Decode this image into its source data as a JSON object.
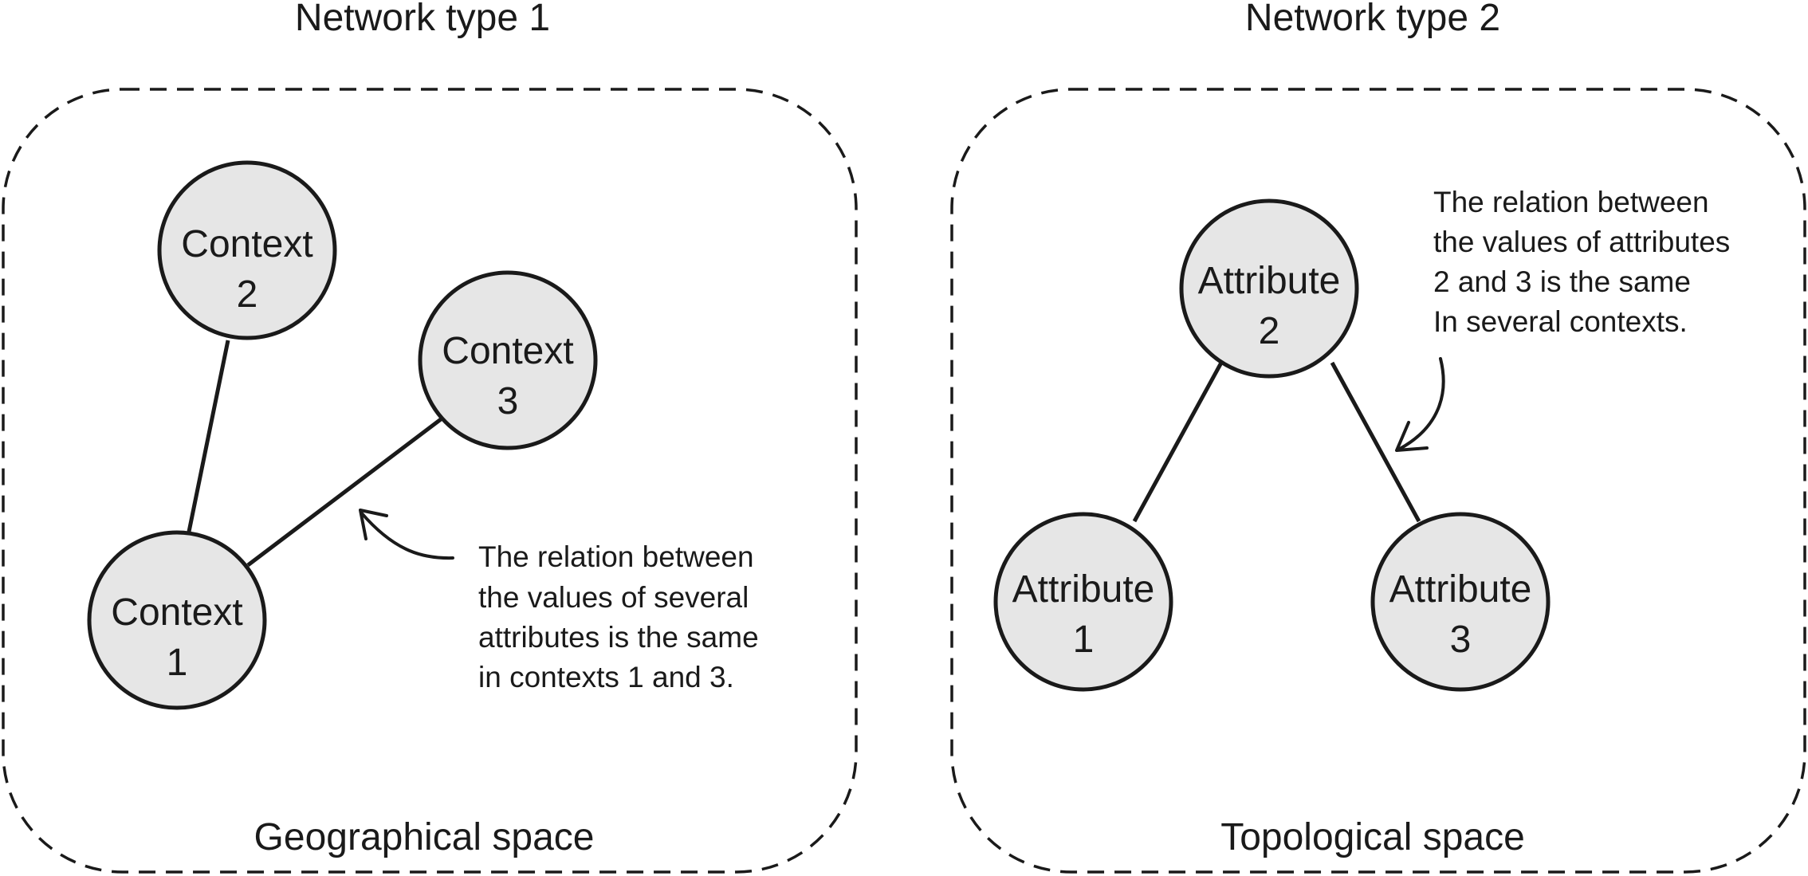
{
  "left_panel": {
    "title": "Network type 1",
    "space_label": "Geographical space",
    "nodes": [
      {
        "line1": "Context",
        "line2": "2"
      },
      {
        "line1": "Context",
        "line2": "3"
      },
      {
        "line1": "Context",
        "line2": "1"
      }
    ],
    "annotation": [
      "The relation between",
      "the values of several",
      "attributes is the same",
      "in contexts 1 and 3."
    ]
  },
  "right_panel": {
    "title": "Network type 2",
    "space_label": "Topological space",
    "nodes": [
      {
        "line1": "Attribute",
        "line2": "2"
      },
      {
        "line1": "Attribute",
        "line2": "1"
      },
      {
        "line1": "Attribute",
        "line2": "3"
      }
    ],
    "annotation": [
      "The relation between",
      "the values of attributes",
      "2 and 3 is the same",
      "In several contexts."
    ]
  }
}
